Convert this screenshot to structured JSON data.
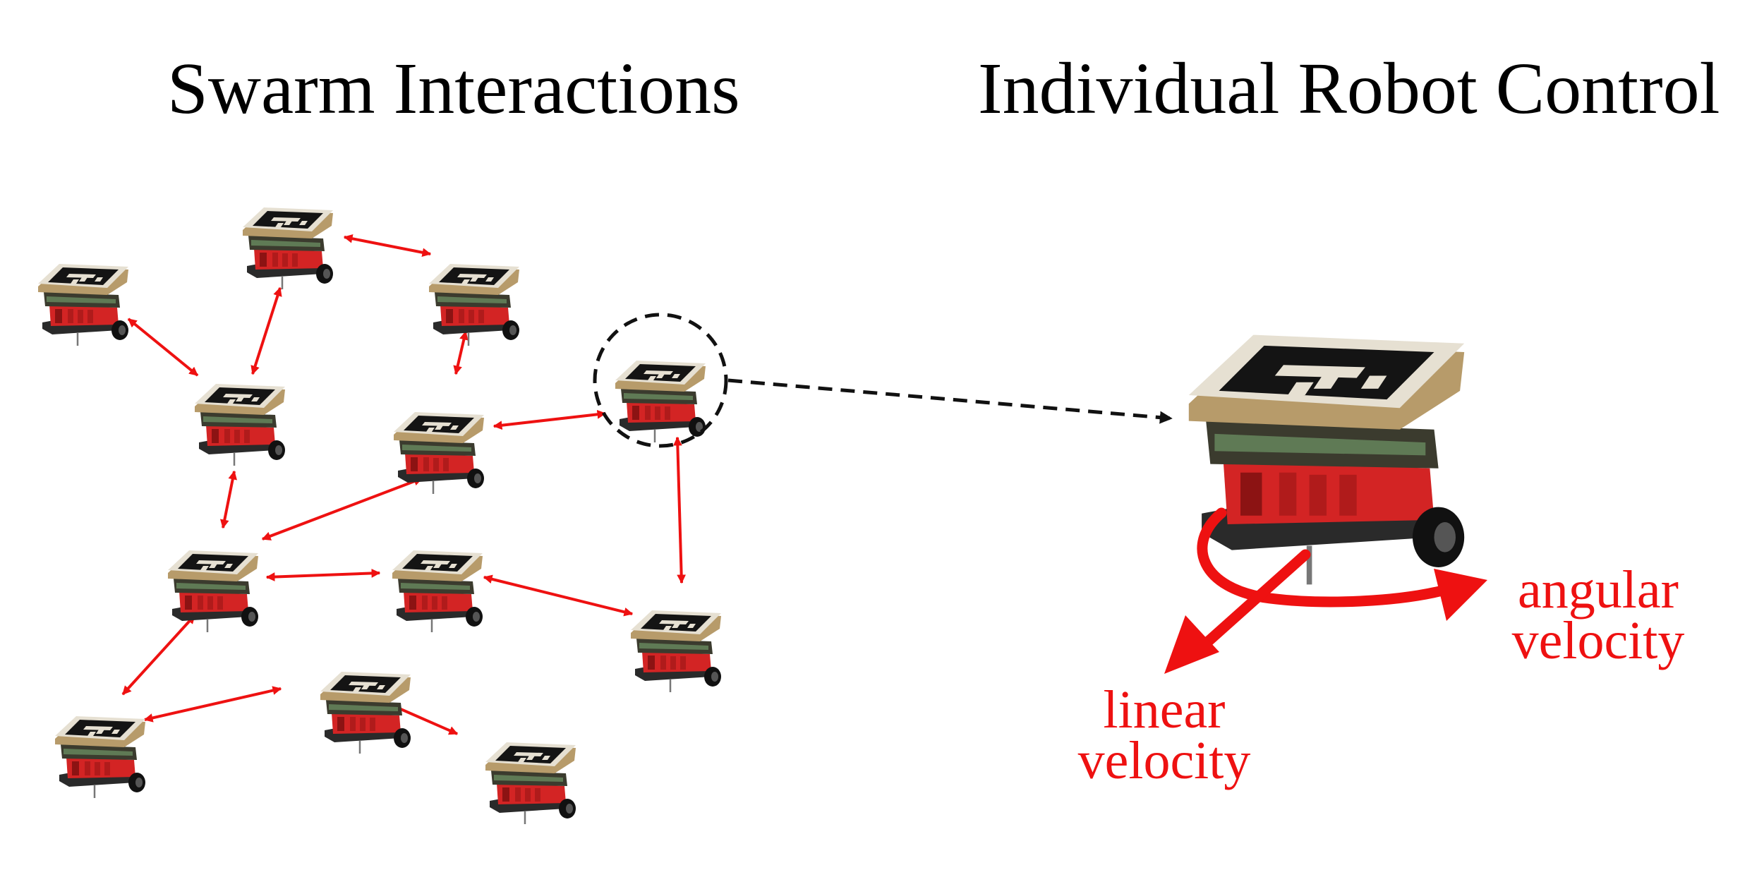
{
  "titles": {
    "left": "Swarm Interactions",
    "right": "Individual Robot Control"
  },
  "labels": {
    "angular_line1": "angular",
    "angular_line2": "velocity",
    "linear_line1": "linear",
    "linear_line2": "velocity"
  },
  "colors": {
    "accent_red": "#ee1111",
    "robot_red": "#d32424",
    "pcb_dark": "#2b2b2b",
    "tag_black": "#111111",
    "tag_border": "#d9d0bd",
    "dashed": "#111111"
  },
  "robot_count": 13
}
